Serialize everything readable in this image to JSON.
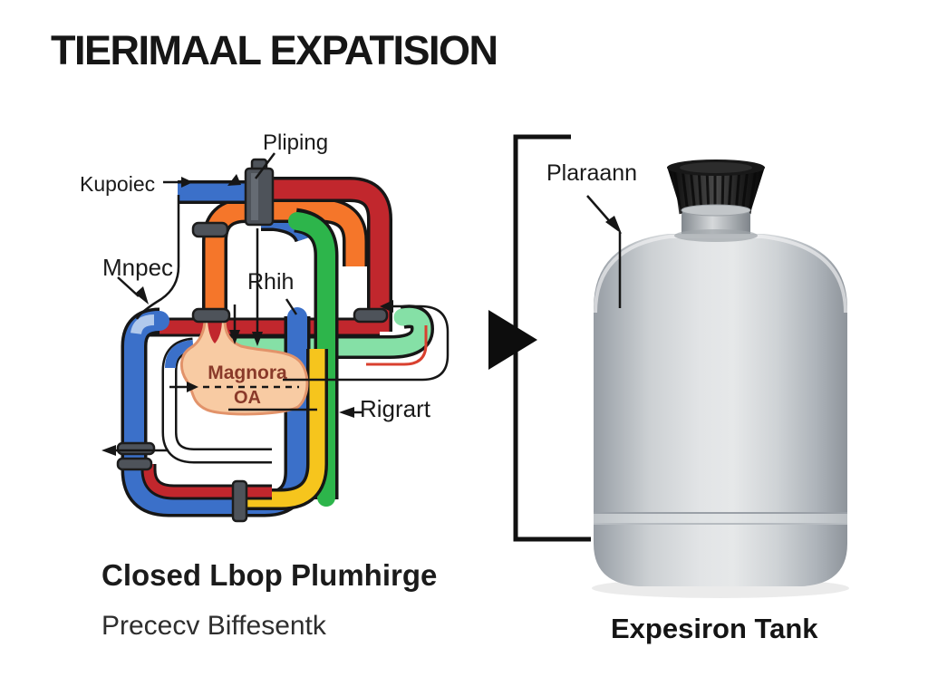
{
  "title": "TIERIMAAL EXPATISION",
  "diagram": {
    "labels": {
      "supply": "Kupoiec",
      "piping": "Pliping",
      "valve": "Mnpec",
      "riser": "Rhih",
      "blob_line1": "Magnora",
      "blob_line2": "OA",
      "return": "Rigrart"
    },
    "caption": "Closed Lbop Plumhirge",
    "subcaption": "Prececv Biffesentk"
  },
  "tank": {
    "label": "Plaraann",
    "caption": "Expesiron Tank"
  },
  "colors": {
    "pipe_red": "#c1272d",
    "pipe_orange": "#f5762a",
    "pipe_green": "#2db54b",
    "pipe_green_light": "#85e0a6",
    "pipe_blue": "#3b70c9",
    "pipe_yellow": "#f6c51d",
    "fitting_gray": "#4e535a",
    "blob_fill": "#f8cba3",
    "blob_outline": "#e2936a",
    "blob_text": "#8a3a2a"
  }
}
